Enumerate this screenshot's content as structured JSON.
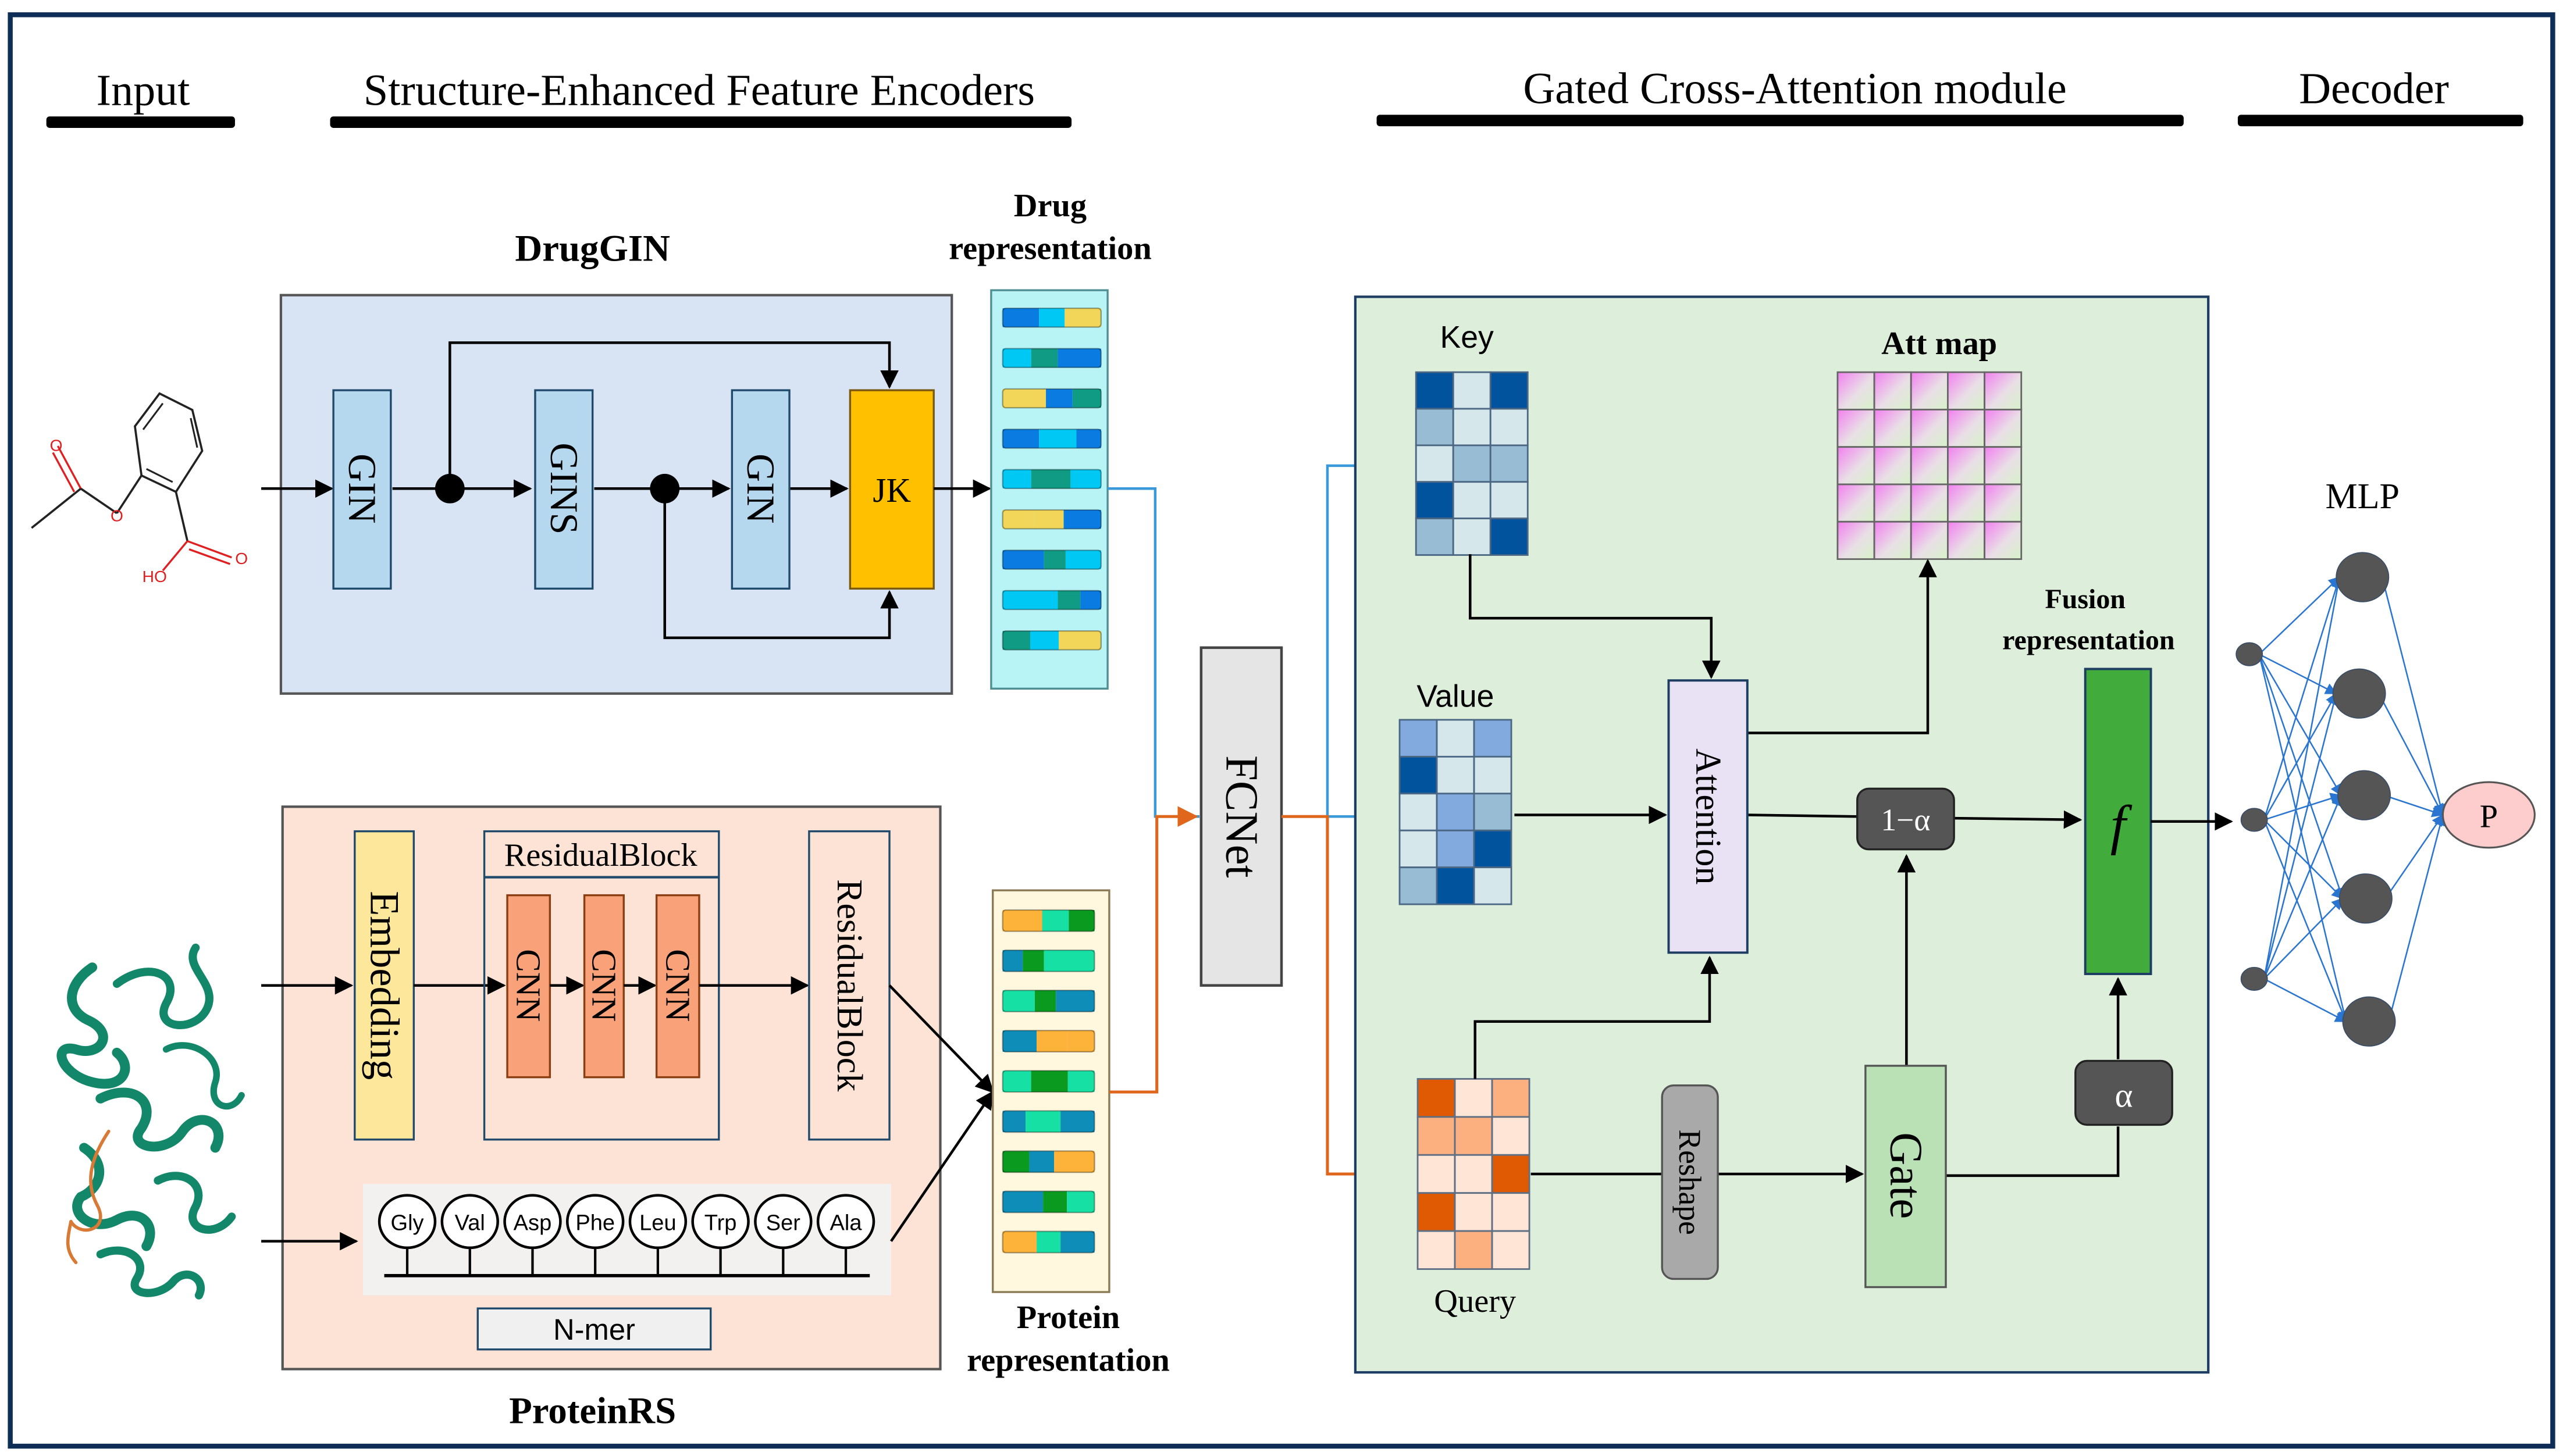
{
  "headers": {
    "input": "Input",
    "encoders": "Structure-Enhanced Feature Encoders",
    "gca": "Gated Cross-Attention module",
    "decoder": "Decoder"
  },
  "drug_encoder": {
    "title": "DrugGIN",
    "blocks": [
      "GIN",
      "GINS",
      "GIN"
    ],
    "jk_label": "JK",
    "molecule_labels": {
      "o1": "O",
      "o2": "O",
      "o3": "O",
      "ho": "HO"
    }
  },
  "drug_representation": {
    "title_line1": "Drug",
    "title_line2": "representation",
    "rows": [
      [
        "#0a7be0",
        "#00c8f5",
        "#f2d65a"
      ],
      [
        "#00c8f5",
        "#109c84",
        "#0a7be0"
      ],
      [
        "#f2d65a",
        "#0a7be0",
        "#109c84"
      ],
      [
        "#0a7be0",
        "#00c8f5",
        "#0a7be0"
      ],
      [
        "#00c8f5",
        "#109c84",
        "#00c8f5"
      ],
      [
        "#f2d65a",
        "#f2d65a",
        "#0a7be0"
      ],
      [
        "#0a7be0",
        "#109c84",
        "#00c8f5"
      ],
      [
        "#00c8f5",
        "#109c84",
        "#0a7be0"
      ],
      [
        "#109c84",
        "#00c8f5",
        "#f2d65a"
      ]
    ]
  },
  "protein_encoder": {
    "title": "ProteinRS",
    "embedding_label": "Embedding",
    "residual_block_title": "ResidualBlock",
    "cnn_labels": [
      "CNN",
      "CNN",
      "CNN"
    ],
    "residual_block_vertical": "ResidualBlock",
    "amino_acids": [
      "Gly",
      "Val",
      "Asp",
      "Phe",
      "Leu",
      "Trp",
      "Ser",
      "Ala"
    ],
    "nmer_label": "N-mer"
  },
  "protein_representation": {
    "title_line1": "Protein",
    "title_line2": "representation",
    "rows": [
      [
        "#fdb33a",
        "#17e0a4",
        "#0a9a1f"
      ],
      [
        "#0e8db8",
        "#0a9a1f",
        "#17e0a4"
      ],
      [
        "#17e0a4",
        "#0a9a1f",
        "#0e8db8"
      ],
      [
        "#0e8db8",
        "#fdb33a",
        "#fdb33a"
      ],
      [
        "#17e0a4",
        "#0a9a1f",
        "#17e0a4"
      ],
      [
        "#0e8db8",
        "#17e0a4",
        "#0e8db8"
      ],
      [
        "#0a9a1f",
        "#0e8db8",
        "#fdb33a"
      ],
      [
        "#0e8db8",
        "#0a9a1f",
        "#17e0a4"
      ],
      [
        "#fdb33a",
        "#17e0a4",
        "#0e8db8"
      ]
    ]
  },
  "fcnet": {
    "label": "FCNet"
  },
  "gca_module": {
    "key_label": "Key",
    "value_label": "Value",
    "query_label": "Query",
    "attmap_label": "Att map",
    "attention_label": "Attention",
    "reshape_label": "Reshape",
    "gate_label": "Gate",
    "one_minus_alpha": "1−α",
    "alpha": "α",
    "fusion_line1": "Fusion",
    "fusion_line2": "representation",
    "fusion_symbol": "f",
    "key_grid": [
      [
        "#02539e",
        "#d5e7ea",
        "#02539e"
      ],
      [
        "#97bcd4",
        "#d5e7ea",
        "#d5e7ea"
      ],
      [
        "#d5e7ea",
        "#97bcd4",
        "#97bcd4"
      ],
      [
        "#02539e",
        "#d5e7ea",
        "#d5e7ea"
      ],
      [
        "#97bcd4",
        "#d5e7ea",
        "#02539e"
      ]
    ],
    "value_grid": [
      [
        "#82aade",
        "#d5e7ea",
        "#82aade"
      ],
      [
        "#02539e",
        "#d5e7ea",
        "#d5e7ea"
      ],
      [
        "#d5e7ea",
        "#82aade",
        "#97bcd4"
      ],
      [
        "#d5e7ea",
        "#82aade",
        "#02539e"
      ],
      [
        "#97bcd4",
        "#02539e",
        "#d5e7ea"
      ]
    ],
    "query_grid": [
      [
        "#e05a04",
        "#fee5d6",
        "#fdb07f"
      ],
      [
        "#fdb07f",
        "#fdb07f",
        "#fee5d6"
      ],
      [
        "#fee5d6",
        "#fee5d6",
        "#e05a04"
      ],
      [
        "#e05a04",
        "#fee5d6",
        "#fee5d6"
      ],
      [
        "#fee5d6",
        "#fdb07f",
        "#fee5d6"
      ]
    ],
    "attmap_size": 5
  },
  "decoder": {
    "mlp_label": "MLP",
    "output_label": "P",
    "input_nodes": 3,
    "hidden_nodes": 5
  }
}
